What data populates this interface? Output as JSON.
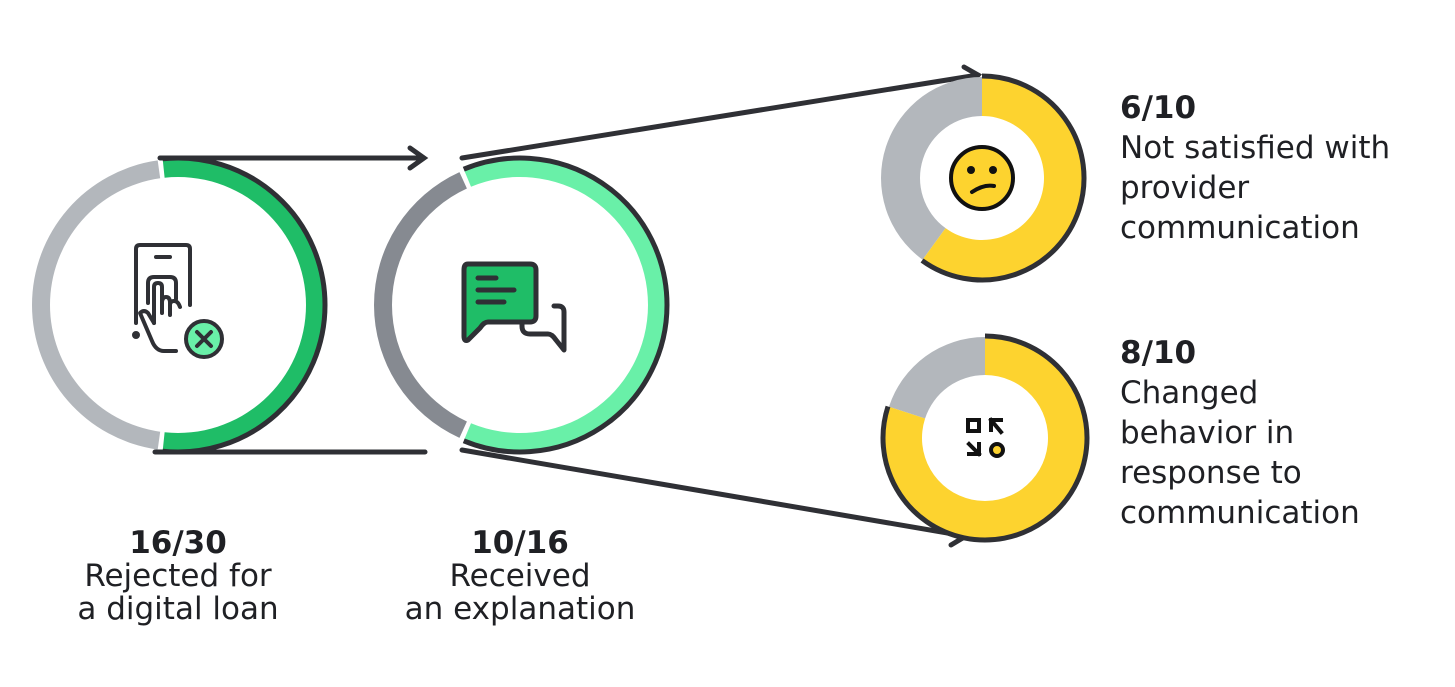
{
  "colors": {
    "dark": "#2f3035",
    "gray_light": "#b3b7bc",
    "gray_dark": "#868a91",
    "green": "#1fbd67",
    "green_light": "#69f0a8",
    "yellow": "#fdd32f"
  },
  "stages": [
    {
      "fraction_label": "16/30",
      "value": 16,
      "total": 30,
      "caption_line1": "Rejected for",
      "caption_line2": "a digital loan",
      "icon": "phone-touch-reject-icon"
    },
    {
      "fraction_label": "10/16",
      "value": 10,
      "total": 16,
      "caption_line1": "Received",
      "caption_line2": "an explanation",
      "icon": "chat-bubbles-icon"
    }
  ],
  "outcomes": [
    {
      "fraction_label": "6/10",
      "value": 6,
      "total": 10,
      "caption_lines": [
        "Not satisfied with",
        "provider",
        "communication"
      ],
      "icon": "confused-face-icon"
    },
    {
      "fraction_label": "8/10",
      "value": 8,
      "total": 10,
      "caption_lines": [
        "Changed",
        "behavior in",
        "response to",
        "communication"
      ],
      "icon": "swap-arrows-icon"
    }
  ]
}
